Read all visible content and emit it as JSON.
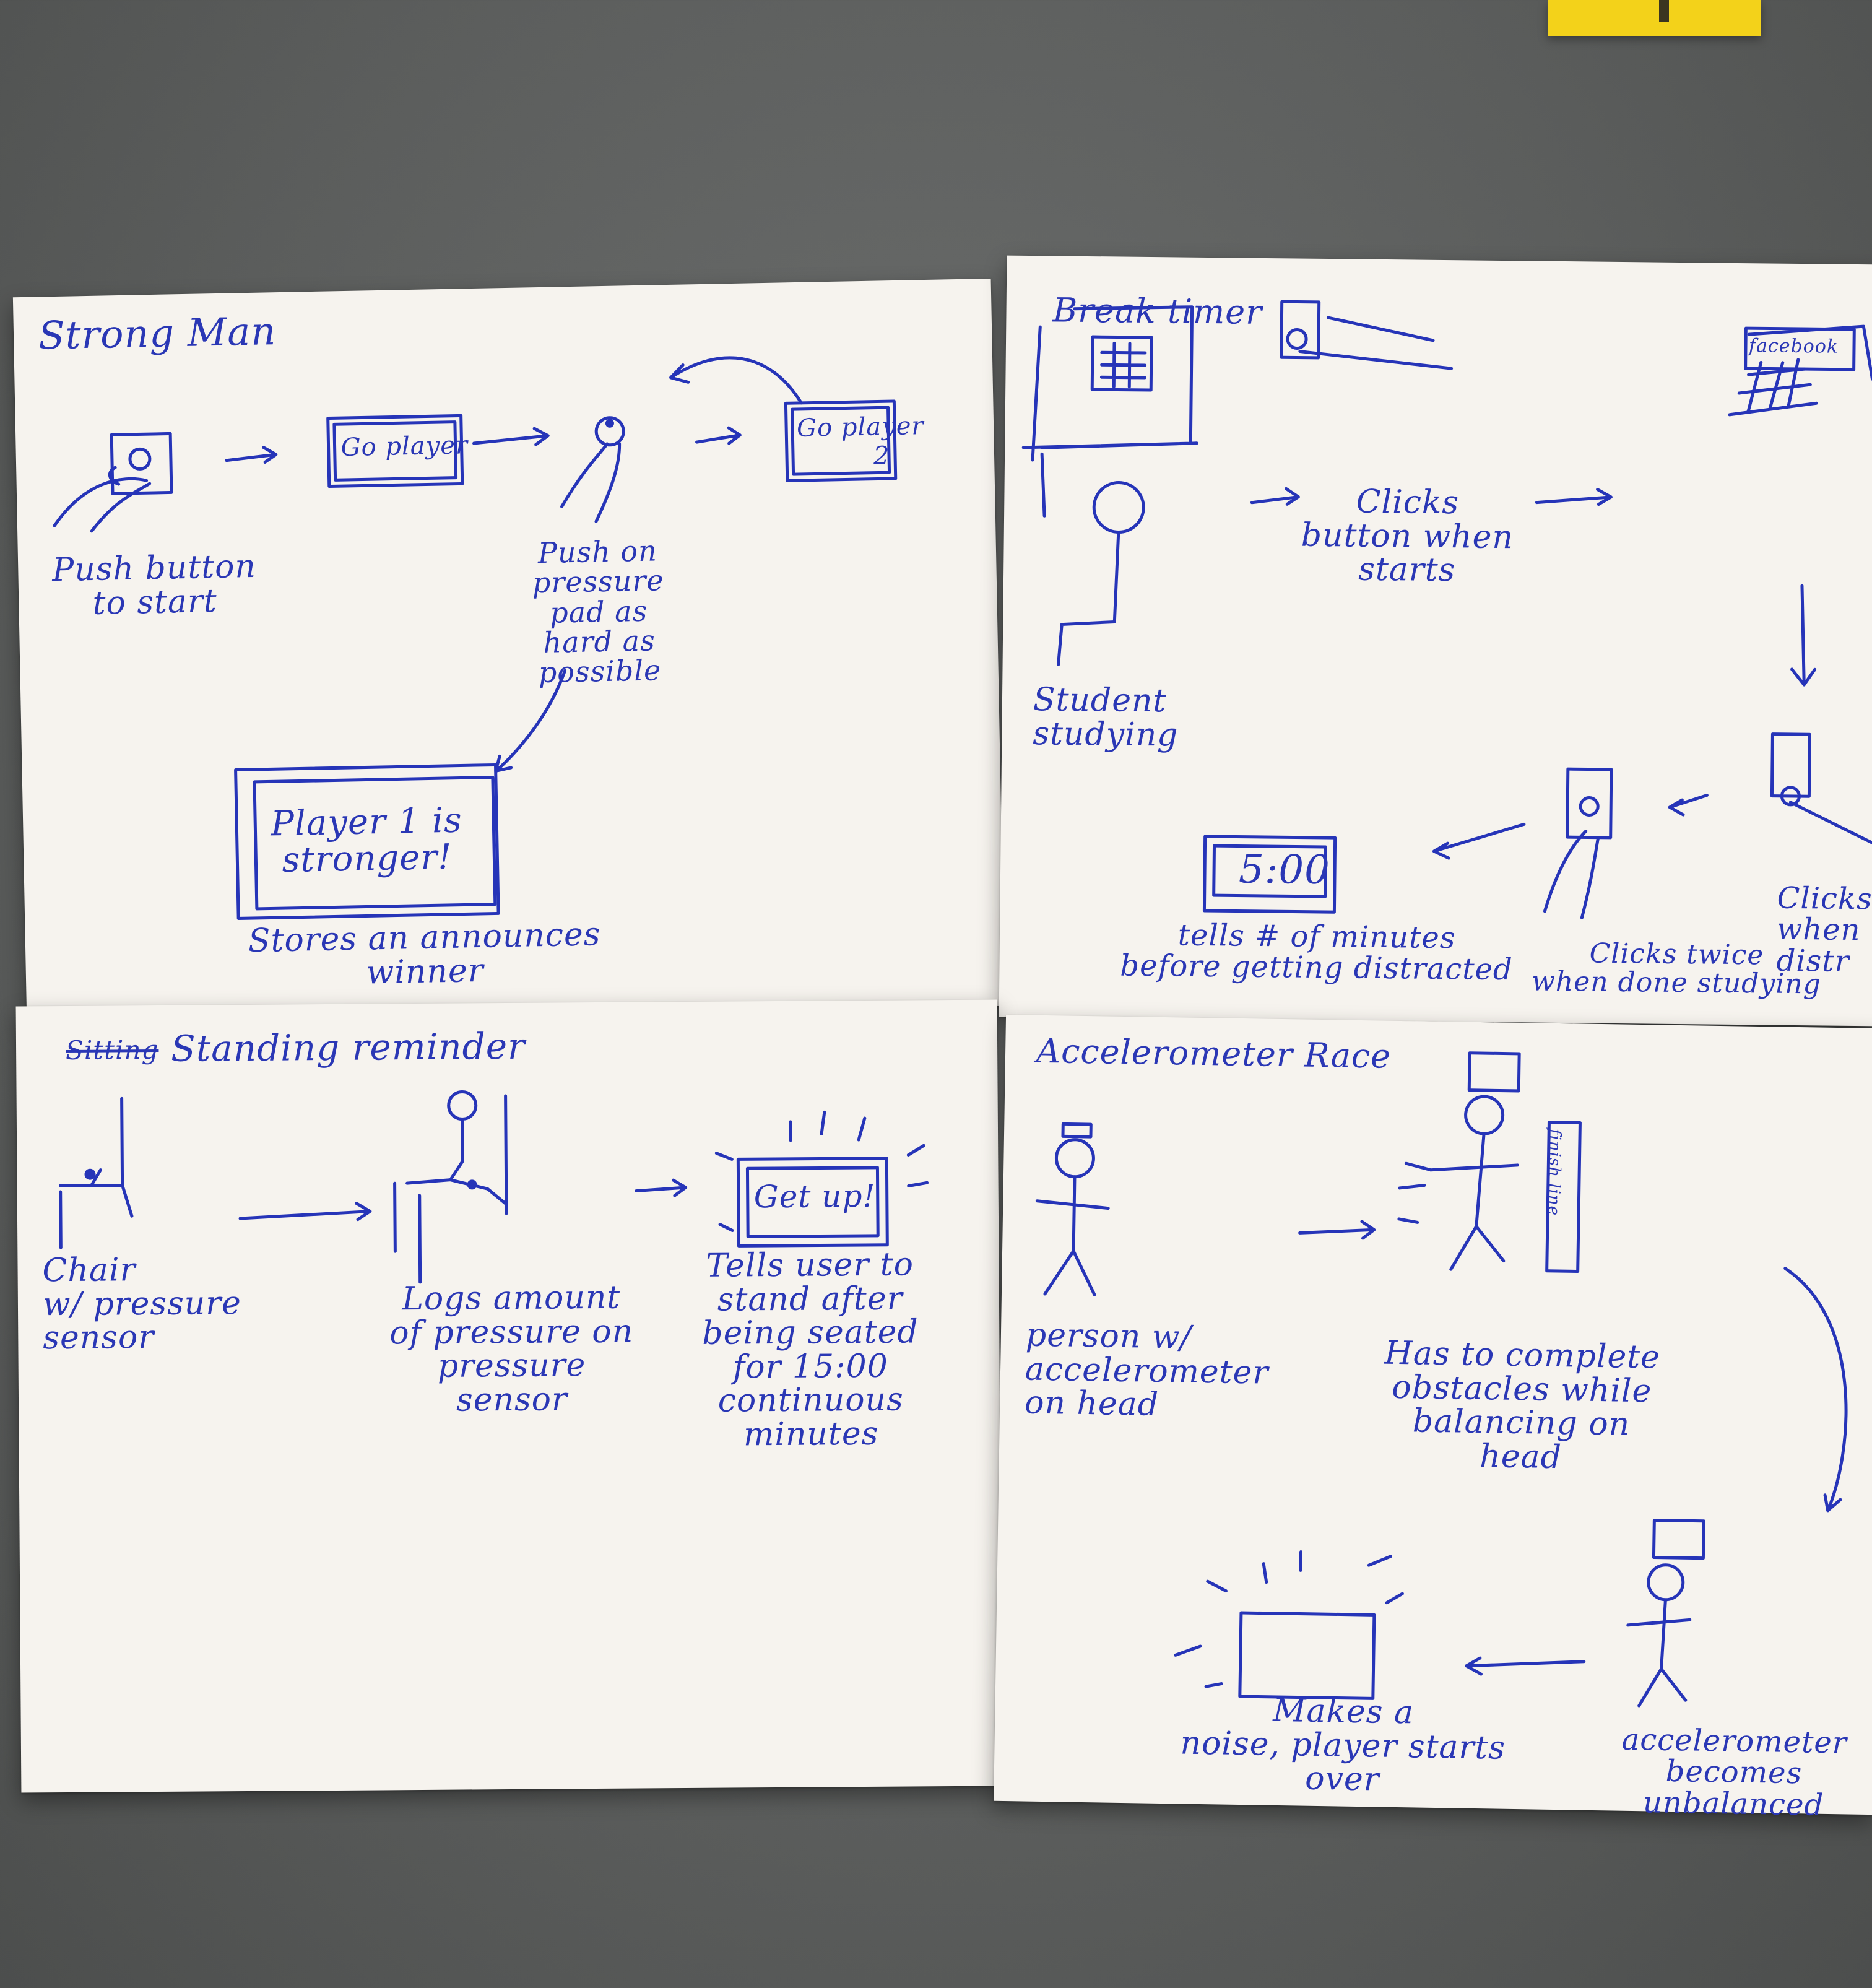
{
  "cards": {
    "strong_man": {
      "title": "Strong Man",
      "screen_go_player_1": "Go player",
      "screen_go_player_2": "Go player",
      "screen_go_player_2_num": "2",
      "caption_push_button": "Push button\nto start",
      "caption_pressure_pad": "Push on\npressure\npad as\nhard as\npossible",
      "screen_result": "Player 1 is\nstronger!",
      "caption_winner": "Stores an announces\nwinner"
    },
    "break_timer": {
      "title": "Break timer",
      "laptop_label": "facebook",
      "caption_clicks_start": "Clicks\nbutton when\nstarts",
      "caption_student": "Student\nstudying",
      "timer_value": "5:00",
      "caption_minutes": "tells # of minutes\nbefore getting distracted",
      "caption_clicks_twice": "Clicks twice\nwhen done studying",
      "caption_clicks_distracted": "Clicks\nwhen\ndistr"
    },
    "standing_reminder": {
      "title_struck": "Sitting",
      "title": "Standing reminder",
      "caption_chair": "Chair\nw/ pressure\nsensor",
      "caption_logs": "Logs amount\nof pressure on\npressure\nsensor",
      "screen_getup": "Get up!",
      "caption_tells": "Tells user to\nstand after\nbeing seated\nfor 15:00\ncontinuous\nminutes"
    },
    "accelerometer_race": {
      "title": "Accelerometer Race",
      "caption_person": "person w/\naccelerometer\non head",
      "tower_label": "finish line",
      "caption_obstacles": "Has to complete\nobstacles while\nbalancing on\nhead",
      "caption_noise": "Makes a\nnoise, player starts\nover",
      "caption_unbalanced": "accelerometer\nbecomes unbalanced"
    }
  }
}
